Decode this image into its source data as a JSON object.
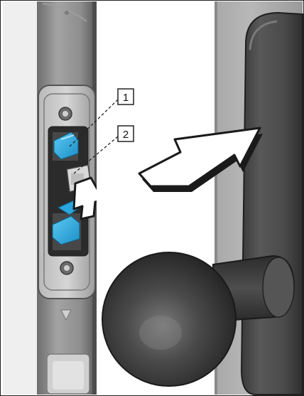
{
  "figure": {
    "callouts": [
      {
        "label": "1",
        "target": "upper-blue-latch-tab"
      },
      {
        "label": "2",
        "target": "latch-release-slide"
      }
    ],
    "colors": {
      "background": "#ffffff",
      "door_frame": "#8a8a8a",
      "lock_faceplate": "#9a9a9a",
      "latch_tab": "#2aa6de",
      "door_panel": "#6e6e6e",
      "handle": "#3c3c3c",
      "arrow_fill": "#ffffff",
      "arrow_outline": "#1a1a1a"
    },
    "icons": [
      "push-arrow-icon",
      "slide-arrow-icon"
    ]
  }
}
